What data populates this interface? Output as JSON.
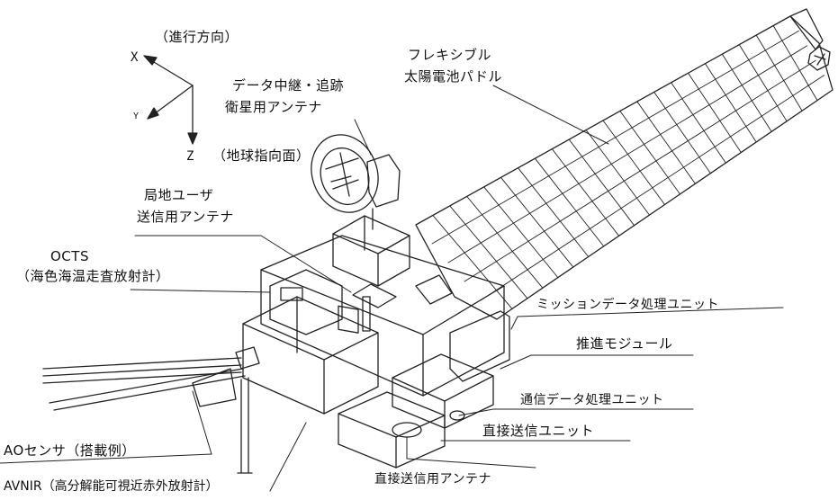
{
  "orientation": {
    "direction_of_travel": "（進行方向）",
    "x_axis": "X",
    "y_axis": "Y",
    "z_axis": "Z",
    "earth_facing": "（地球指向面）"
  },
  "labels": {
    "relay_antenna_line1": "データ中継・追跡",
    "relay_antenna_line2": "衛星用アンテナ",
    "solar_paddle_line1": "フレキシブル",
    "solar_paddle_line2": "太陽電池パドル",
    "local_user_line1": "局地ユーザ",
    "local_user_line2": "送信用アンテナ",
    "octs_line1": "OCTS",
    "octs_line2": "（海色海温走査放射計）",
    "mission_data_unit": "ミッションデータ処理ユニット",
    "propulsion_module": "推進モジュール",
    "comm_data_unit": "通信データ処理ユニット",
    "direct_tx_unit": "直接送信ユニット",
    "direct_tx_antenna": "直接送信用アンテナ",
    "ao_sensor": "AOセンサ（搭載例）",
    "avnir": "AVNIR（高分解能可視近赤外放射計）"
  }
}
